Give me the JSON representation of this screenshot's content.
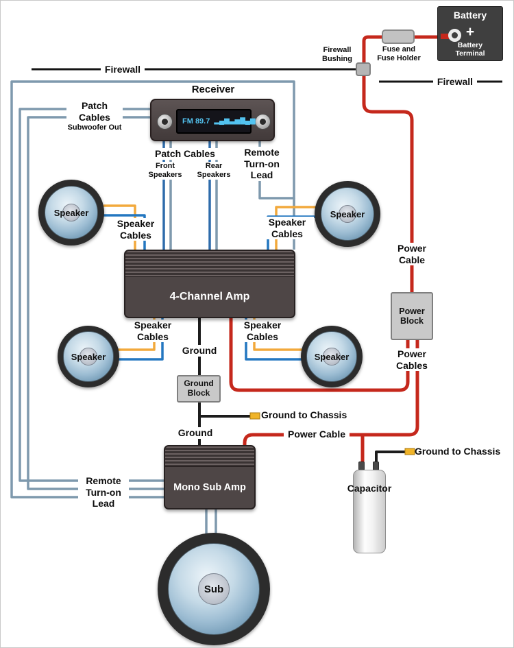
{
  "colors": {
    "wire_signal": "#7e99ad",
    "wire_patch": "#2f6cab",
    "wire_speaker_pos": "#f2a93c",
    "wire_speaker_neg": "#2377c0",
    "wire_ground": "#1c1c1c",
    "wire_power": "#c5281c",
    "wire_firewall": "#141414",
    "connector": "#f0b429"
  },
  "battery": {
    "label": "Battery",
    "terminal": "Battery\nTerminal",
    "plus": "+"
  },
  "fuse": {
    "label": "Fuse and\nFuse Holder"
  },
  "firewall": {
    "left": "Firewall",
    "right": "Firewall",
    "bushing": "Firewall\nBushing"
  },
  "receiver": {
    "title": "Receiver",
    "frequency": "FM 89.7",
    "eq_bars": "▂▄▆▃▅▇▄▆"
  },
  "patch_subwoofer": {
    "title": "Patch\nCables",
    "subtitle": "Subwoofer Out"
  },
  "patch_main": {
    "title": "Patch Cables",
    "front": "Front\nSpeakers",
    "rear": "Rear\nSpeakers"
  },
  "remote": {
    "top": "Remote\nTurn-on\nLead",
    "bottom": "Remote\nTurn-on\nLead"
  },
  "speakers": {
    "front_left": "Speaker",
    "front_right": "Speaker",
    "rear_left": "Speaker",
    "rear_right": "Speaker",
    "sub": "Sub"
  },
  "speaker_cables": {
    "top_left": "Speaker\nCables",
    "top_right": "Speaker\nCables",
    "bottom_left": "Speaker\nCables",
    "bottom_right": "Speaker\nCables"
  },
  "amps": {
    "four_channel": "4-Channel Amp",
    "mono_sub": "Mono Sub Amp"
  },
  "power": {
    "cable_top": "Power\nCable",
    "block": "Power\nBlock",
    "cables": "Power\nCables",
    "cable_bottom": "Power Cable"
  },
  "ground": {
    "top": "Ground",
    "block": "Ground\nBlock",
    "bottom": "Ground",
    "chassis_mid": "Ground to Chassis",
    "chassis_right": "Ground to Chassis"
  },
  "capacitor": {
    "label": "Capacitor"
  }
}
